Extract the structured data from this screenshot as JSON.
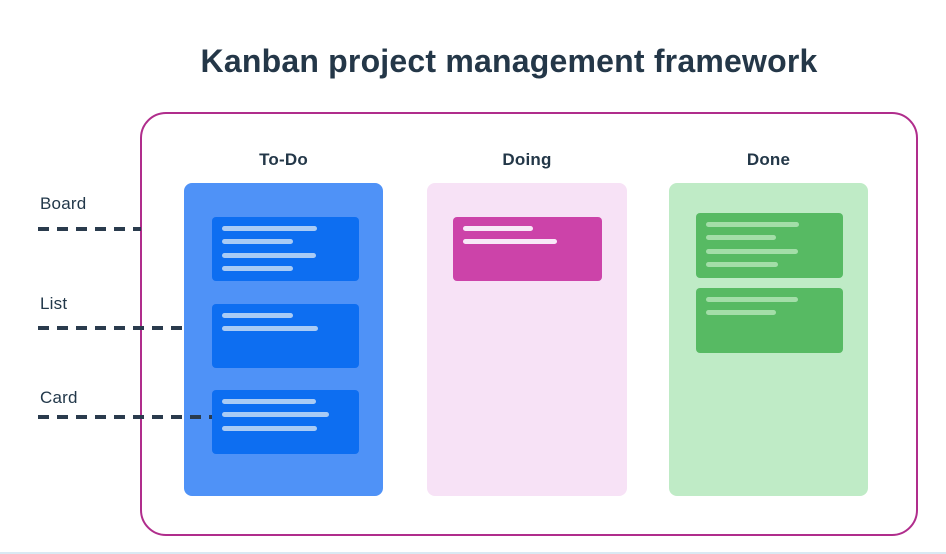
{
  "title": "Kanban project management framework",
  "legend": {
    "items": [
      {
        "label": "Board"
      },
      {
        "label": "List"
      },
      {
        "label": "Card"
      }
    ]
  },
  "board": {
    "frame_border_color": "#B02D8C",
    "columns": [
      {
        "header": "To-Do",
        "board_color": "#4F92F7",
        "card_color": "#0D6EF1",
        "line_color": "#A9CBF5",
        "cards": [
          {
            "lines": [
              95,
              71,
              94,
              71
            ]
          },
          {
            "lines": [
              71,
              96
            ]
          },
          {
            "lines": [
              94,
              107,
              95
            ]
          }
        ]
      },
      {
        "header": "Doing",
        "board_color": "#F7E2F6",
        "card_color": "#CC43A9",
        "line_color": "#F8E9F8",
        "cards": [
          {
            "lines": [
              70,
              94
            ]
          }
        ]
      },
      {
        "header": "Done",
        "board_color": "#BFEBC6",
        "card_color": "#57BA63",
        "line_color": "#A3DEA8",
        "cards": [
          {
            "lines": [
              93,
              70,
              92,
              72
            ]
          },
          {
            "lines": [
              92,
              70
            ]
          }
        ]
      }
    ]
  },
  "colors": {
    "title_text": "#243748",
    "header_text": "#233748",
    "label_text": "#22384A",
    "dash": "#2A3B4D",
    "bottom_edge": "#D9E9F3"
  }
}
